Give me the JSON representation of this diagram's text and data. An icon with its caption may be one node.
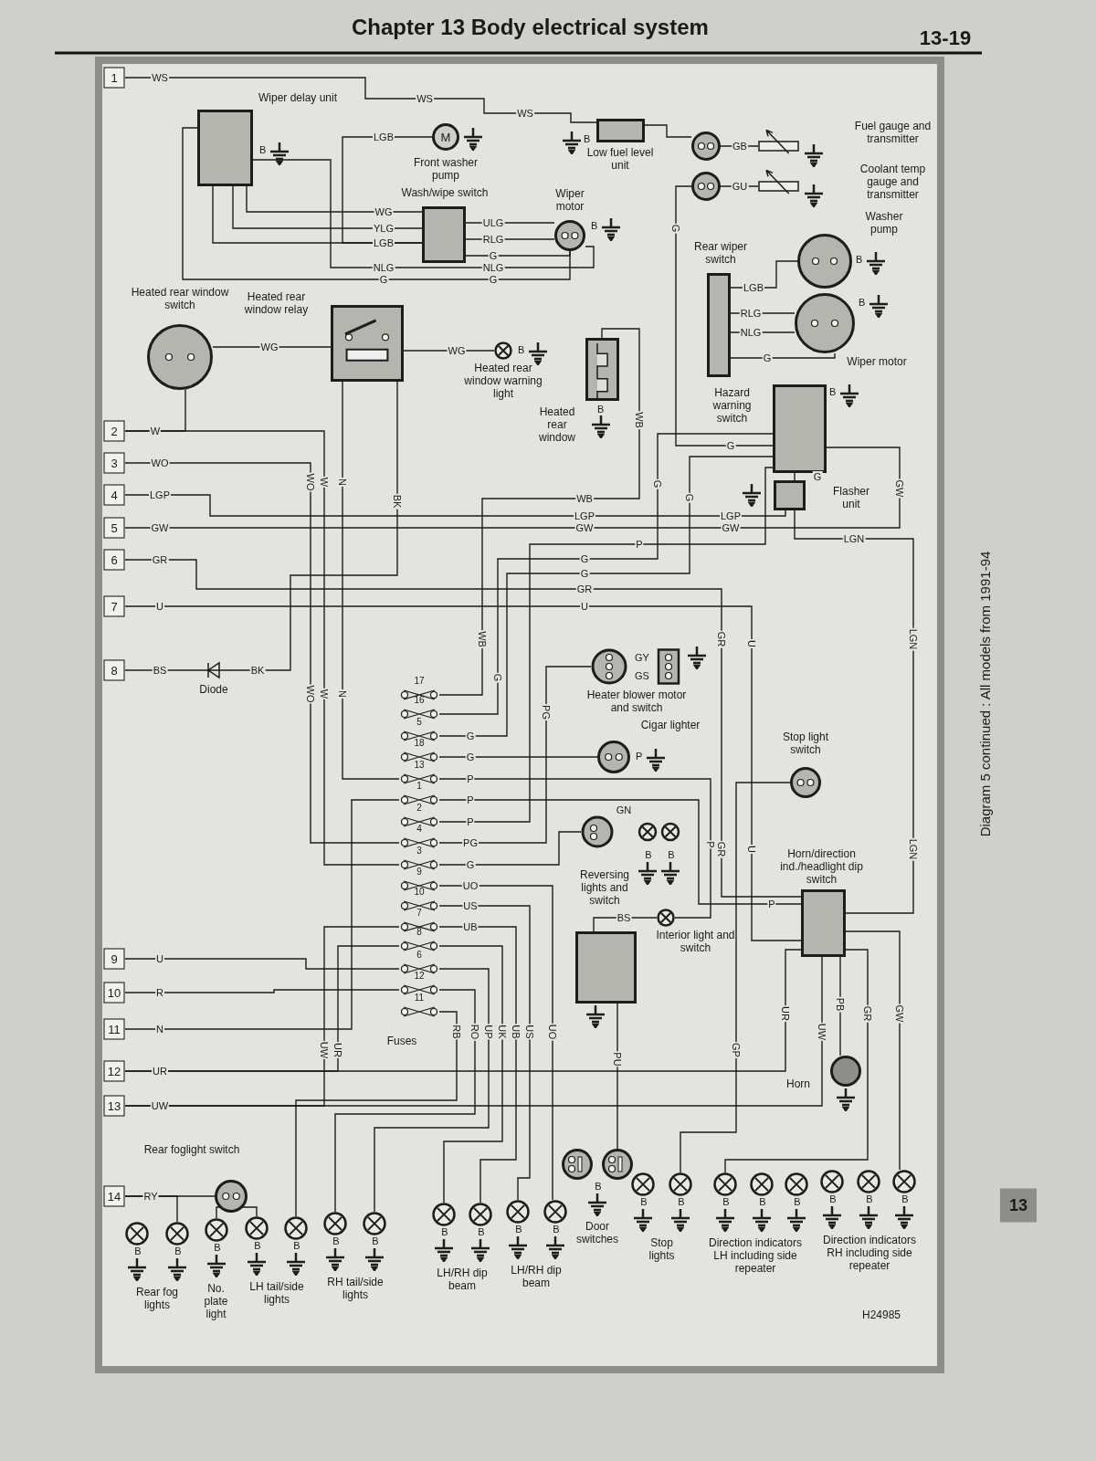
{
  "diagram": {
    "title": "Chapter 13 Body electrical system",
    "nodes": [
      {
        "text": [
          "1"
        ]
      },
      {
        "text": [
          "2"
        ]
      },
      {
        "text": [
          "3"
        ]
      },
      {
        "text": [
          "4"
        ]
      },
      {
        "text": [
          "5"
        ]
      },
      {
        "text": [
          "6"
        ]
      },
      {
        "text": [
          "7"
        ]
      },
      {
        "text": [
          "8"
        ]
      },
      {
        "text": [
          "9"
        ]
      },
      {
        "text": [
          "10"
        ]
      },
      {
        "text": [
          "11"
        ]
      },
      {
        "text": [
          "12"
        ]
      },
      {
        "text": [
          "13"
        ]
      },
      {
        "text": [
          "14"
        ]
      },
      {
        "text": [
          "Wiper delay unit"
        ],
        "beside": [
          "B"
        ]
      },
      {
        "text": [
          "M",
          "Front washer pump"
        ]
      },
      {
        "text": [
          "Low fuel level unit"
        ],
        "beside": [
          "B"
        ]
      },
      {
        "text": [],
        "shape": "circle"
      },
      {
        "text": [],
        "shape": "circle"
      },
      {
        "text": [
          "Fuel gauge and transmitter"
        ]
      },
      {
        "text": [
          "Coolant temp gauge and transmitter"
        ]
      },
      {
        "text": [
          "Wash/wipe switch"
        ]
      },
      {
        "text": [
          "Wiper motor"
        ],
        "beside": [
          "B"
        ]
      },
      {
        "text": [
          "Heated rear window switch"
        ]
      },
      {
        "text": [
          "Heated rear window relay"
        ]
      },
      {
        "text": [
          "Heated rear window warning light"
        ],
        "beside": [
          "B"
        ]
      },
      {
        "text": [
          "Heated rear window"
        ],
        "beside": [
          "B"
        ]
      },
      {
        "text": [
          "Rear wiper switch"
        ]
      },
      {
        "text": [
          "Washer pump"
        ],
        "beside": [
          "B"
        ]
      },
      {
        "text": [
          "Wiper motor"
        ],
        "beside": [
          "B"
        ]
      },
      {
        "text": [
          "Hazard warning switch"
        ],
        "beside": [
          "B"
        ]
      },
      {
        "text": [
          "Flasher unit"
        ]
      },
      {
        "text": [
          "Diode"
        ]
      },
      {
        "text": [
          "Heater blower motor and switch"
        ]
      },
      {
        "text": [
          "Cigar lighter"
        ],
        "beside": [
          "P"
        ]
      },
      {
        "text": [
          "Stop light switch"
        ]
      },
      {
        "text": [
          "B",
          "B",
          "Reversing lights and switch"
        ]
      },
      {
        "text": [
          "Interior light and switch"
        ]
      },
      {
        "text": [],
        "shape": "box"
      },
      {
        "text": [
          "Horn/direction ind./headlight dip switch"
        ]
      },
      {
        "text": [
          "Horn"
        ]
      },
      {
        "text": [
          "17"
        ]
      },
      {
        "text": [
          "16"
        ]
      },
      {
        "text": [
          "5"
        ]
      },
      {
        "text": [
          "18"
        ]
      },
      {
        "text": [
          "13"
        ]
      },
      {
        "text": [
          "1"
        ]
      },
      {
        "text": [
          "2"
        ]
      },
      {
        "text": [
          "4"
        ]
      },
      {
        "text": [
          "3"
        ]
      },
      {
        "text": [
          "9"
        ]
      },
      {
        "text": [
          "10"
        ]
      },
      {
        "text": [
          "7"
        ]
      },
      {
        "text": [
          "8"
        ]
      },
      {
        "text": [
          "6"
        ]
      },
      {
        "text": [
          "12"
        ]
      },
      {
        "text": [
          "11"
        ]
      },
      {
        "text": [
          "Rear foglight switch"
        ]
      },
      {
        "text": [
          "B",
          "B",
          "Rear fog lights"
        ]
      },
      {
        "text": [
          "B",
          "No. plate light"
        ]
      },
      {
        "text": [
          "B",
          "B",
          "LH tail/side lights"
        ]
      },
      {
        "text": [
          "B",
          "B",
          "RH tail/side lights"
        ]
      },
      {
        "text": [
          "B",
          "B",
          "LH/RH dip beam"
        ]
      },
      {
        "text": [
          "B",
          "B",
          "LH/RH dip beam"
        ]
      },
      {
        "text": [
          "B",
          "Door switches"
        ]
      },
      {
        "text": [
          "B",
          "B",
          "Stop lights"
        ]
      },
      {
        "text": [
          "B",
          "B",
          "B",
          "Direction indicators LH including side repeater"
        ]
      },
      {
        "text": [
          "B",
          "B",
          "B",
          "Direction indicators RH including side repeater"
        ]
      }
    ],
    "edges": [
      {
        "from": 0,
        "to": 16,
        "arrow": "none",
        "label": "WS"
      },
      {
        "from": 14,
        "to": 21,
        "arrow": "none",
        "label": "WG"
      },
      {
        "from": 14,
        "to": 21,
        "arrow": "none",
        "label": "YLG"
      },
      {
        "from": 14,
        "to": 21,
        "arrow": "none",
        "label": "LGB"
      },
      {
        "from": 15,
        "to": 21,
        "arrow": "none",
        "label": "LGB"
      },
      {
        "from": 21,
        "to": 22,
        "arrow": "none",
        "label": "ULG"
      },
      {
        "from": 21,
        "to": 22,
        "arrow": "none",
        "label": "RLG"
      },
      {
        "from": 21,
        "to": 22,
        "arrow": "none",
        "label": "G"
      },
      {
        "from": 14,
        "to": 22,
        "arrow": "none",
        "label": "NLG"
      },
      {
        "from": 14,
        "to": 22,
        "arrow": "none",
        "label": "G"
      },
      {
        "from": 16,
        "to": 17,
        "arrow": "none"
      },
      {
        "from": 17,
        "to": 19,
        "arrow": "none",
        "label": "GB"
      },
      {
        "from": 18,
        "to": 20,
        "arrow": "none",
        "label": "GU"
      },
      {
        "from": 18,
        "to": 30,
        "arrow": "none",
        "label": "G"
      },
      {
        "from": 27,
        "to": 28,
        "arrow": "none",
        "label": "LGB"
      },
      {
        "from": 27,
        "to": 29,
        "arrow": "none",
        "label": "RLG"
      },
      {
        "from": 27,
        "to": 29,
        "arrow": "none",
        "label": "NLG"
      },
      {
        "from": 27,
        "to": 29,
        "arrow": "none",
        "label": "G"
      },
      {
        "from": 23,
        "to": 24,
        "arrow": "none",
        "label": "WG"
      },
      {
        "from": 24,
        "to": 25,
        "arrow": "none",
        "label": "WG"
      },
      {
        "from": 1,
        "to": 23,
        "arrow": "none",
        "label": "W"
      },
      {
        "from": 26,
        "to": 41,
        "arrow": "none",
        "label": "WB"
      },
      {
        "from": 2,
        "to": 48,
        "arrow": "none",
        "label": "WO"
      },
      {
        "from": 3,
        "to": 31,
        "arrow": "none",
        "label": "LGP"
      },
      {
        "from": 4,
        "to": 30,
        "arrow": "none",
        "label": "GW"
      },
      {
        "from": 5,
        "to": 39,
        "arrow": "none",
        "label": "GR"
      },
      {
        "from": 6,
        "to": 39,
        "arrow": "none",
        "label": "U"
      },
      {
        "from": 7,
        "to": 32,
        "arrow": "none",
        "label": "BS"
      },
      {
        "from": 32,
        "to": 24,
        "arrow": "none",
        "label": "BK"
      },
      {
        "from": 8,
        "to": 54,
        "arrow": "none",
        "label": "U"
      },
      {
        "from": 9,
        "to": 55,
        "arrow": "none",
        "label": "R"
      },
      {
        "from": 10,
        "to": 46,
        "arrow": "none",
        "label": "N"
      },
      {
        "from": 11,
        "to": 39,
        "arrow": "none",
        "label": "UR"
      },
      {
        "from": 12,
        "to": 39,
        "arrow": "none",
        "label": "UW"
      },
      {
        "from": 13,
        "to": 57,
        "arrow": "none",
        "label": "RY"
      },
      {
        "from": 13,
        "to": 58,
        "arrow": "none"
      },
      {
        "from": 43,
        "to": 30,
        "arrow": "none",
        "label": "G"
      },
      {
        "from": 42,
        "to": 30,
        "arrow": "none",
        "label": "G"
      },
      {
        "from": 44,
        "to": 34,
        "arrow": "none",
        "label": "G"
      },
      {
        "from": 45,
        "to": 37,
        "arrow": "none",
        "label": "P"
      },
      {
        "from": 46,
        "to": 39,
        "arrow": "none",
        "label": "P"
      },
      {
        "from": 47,
        "to": 30,
        "arrow": "none",
        "label": "P"
      },
      {
        "from": 48,
        "to": 33,
        "arrow": "none",
        "label": "PG"
      },
      {
        "from": 49,
        "to": 36,
        "arrow": "none",
        "label": "G"
      },
      {
        "from": 50,
        "to": 63,
        "arrow": "none",
        "label": "UO"
      },
      {
        "from": 51,
        "to": 63,
        "arrow": "none",
        "label": "US"
      },
      {
        "from": 52,
        "to": 62,
        "arrow": "none",
        "label": "UB"
      },
      {
        "from": 53,
        "to": 62,
        "arrow": "none",
        "label": "UK"
      },
      {
        "from": 54,
        "to": 61,
        "arrow": "none",
        "label": "UP"
      },
      {
        "from": 55,
        "to": 61,
        "arrow": "none",
        "label": "RO"
      },
      {
        "from": 56,
        "to": 60,
        "arrow": "none",
        "label": "RB"
      },
      {
        "from": 60,
        "to": 59,
        "arrow": "none"
      },
      {
        "from": 37,
        "to": 38,
        "arrow": "none",
        "label": "BS"
      },
      {
        "from": 38,
        "to": 64,
        "arrow": "none",
        "label": "PU"
      },
      {
        "from": 35,
        "to": 65,
        "arrow": "none",
        "label": "GP"
      },
      {
        "from": 39,
        "to": 66,
        "arrow": "none",
        "label": "GR"
      },
      {
        "from": 39,
        "to": 67,
        "arrow": "none",
        "label": "GW"
      },
      {
        "from": 39,
        "to": 40,
        "arrow": "none",
        "label": "PB"
      },
      {
        "from": 31,
        "to": 39,
        "arrow": "none",
        "label": "LGN"
      },
      {
        "from": 31,
        "to": 30,
        "arrow": "none"
      },
      {
        "from": 1,
        "to": 49,
        "arrow": "none",
        "label": "W"
      },
      {
        "from": 24,
        "to": 45,
        "arrow": "none",
        "label": "N"
      },
      {
        "from": 11,
        "to": 53,
        "arrow": "none",
        "label": "UR"
      },
      {
        "from": 12,
        "to": 52,
        "arrow": "none",
        "label": "UW"
      }
    ],
    "labels": [
      "13-19",
      "WS",
      "WS",
      "NLG",
      "G",
      "G",
      "WB",
      "G",
      "G",
      "WO",
      "BK",
      "LGP",
      "LGP",
      "GW",
      "GW",
      "GW",
      "G",
      "LGN",
      "P",
      "G",
      "G",
      "GR",
      "U",
      "GR",
      "U",
      "GY",
      "GS",
      "WB",
      "WO",
      "W",
      "N",
      "PG",
      "GN",
      "P",
      "GR",
      "U",
      "LGN",
      "P",
      "UR",
      "UW",
      "UO",
      "US",
      "UB",
      "Fuses",
      "Diagram 5 continued : All models from 1991-94",
      "H24985",
      "13"
    ]
  }
}
